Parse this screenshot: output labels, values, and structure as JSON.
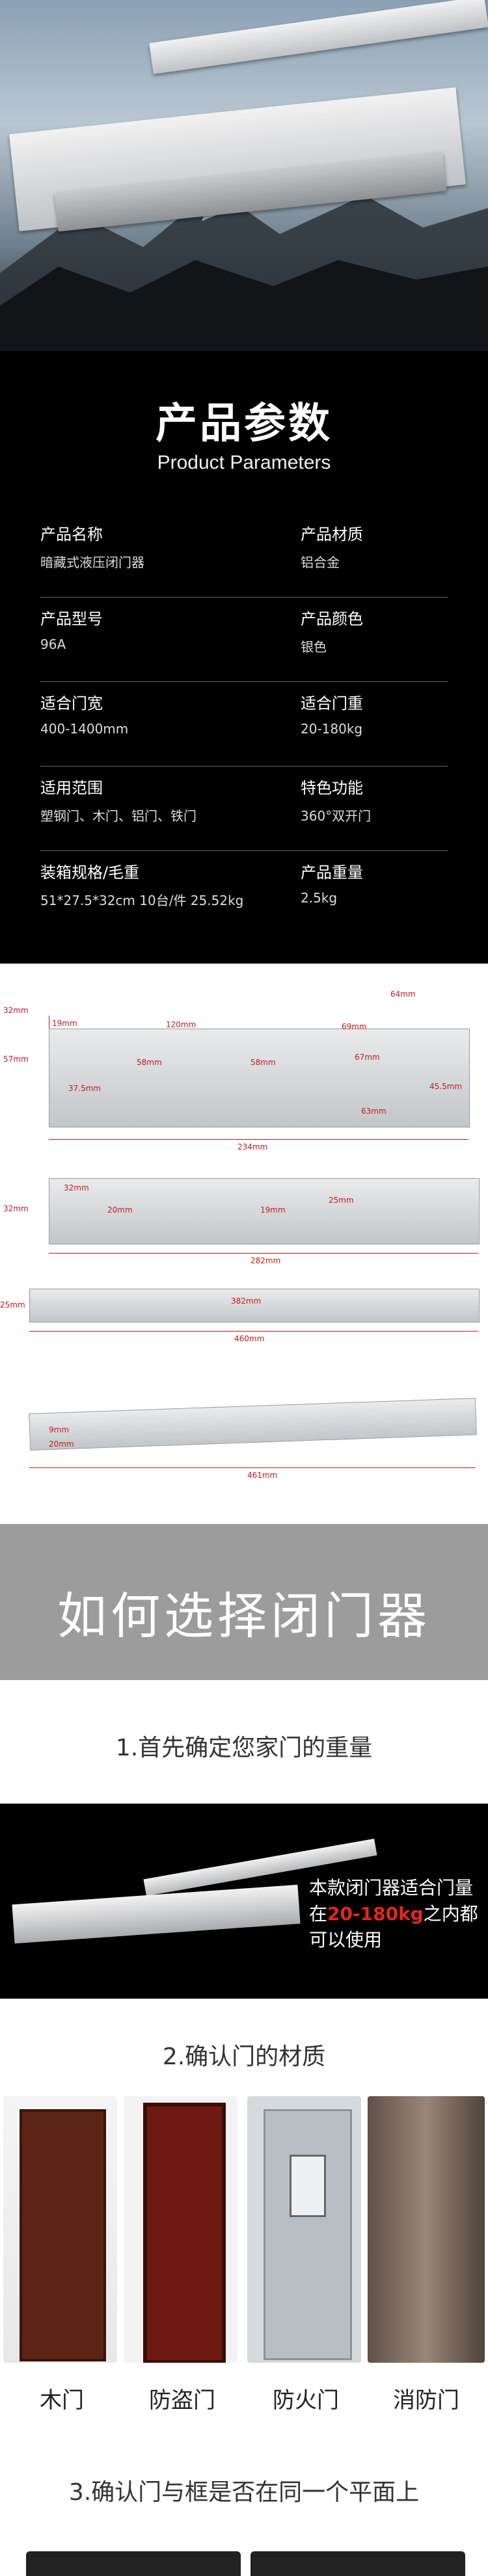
{
  "params": {
    "title": "产品参数",
    "subtitle": "Product Parameters",
    "rows": [
      {
        "l_label": "产品名称",
        "l_value": "暗藏式液压闭门器",
        "r_label": "产品材质",
        "r_value": "铝合金"
      },
      {
        "l_label": "产品型号",
        "l_value": "96A",
        "r_label": "产品颜色",
        "r_value": "银色"
      },
      {
        "l_label": "适合门宽",
        "l_value": "400-1400mm",
        "r_label": "适合门重",
        "r_value": " 20-180kg"
      },
      {
        "l_label": "适用范围",
        "l_value": "塑钢门、木门、铝门、铁门",
        "r_label": "特色功能",
        "r_value": "360°双开门"
      },
      {
        "l_label": "装箱规格/毛重",
        "l_value": "51*27.5*32cm   10台/件   25.52kg",
        "r_label": "产品重量",
        "r_value": "2.5kg"
      }
    ]
  },
  "dims": {
    "d1": [
      "32mm",
      "19mm",
      "120mm",
      "64mm",
      "69mm",
      "57mm",
      "58mm",
      "58mm",
      "67mm",
      "37.5mm",
      "45.5mm",
      "63mm",
      "234mm"
    ],
    "d2": [
      "32mm",
      "32mm",
      "20mm",
      "19mm",
      "25mm",
      "282mm"
    ],
    "d3": [
      "25mm",
      "382mm",
      "460mm"
    ],
    "d4": [
      "9mm",
      "20mm",
      "461mm"
    ]
  },
  "how": {
    "title": "如何选择闭门器",
    "step1": "1.首先确定您家门的重量",
    "weight_text_a": "本款闭门器适合门量",
    "weight_text_b1": "在",
    "weight_text_b2": "20-180kg",
    "weight_text_b3": "之内都",
    "weight_text_c": "可以使用",
    "step2": "2.确认门的材质",
    "doors": [
      "木门",
      "防盗门",
      "防火门",
      "消防门"
    ],
    "step3": "3.确认门与框是否在同一个平面上"
  },
  "colors": {
    "accent_red": "#e3261b",
    "dim_red": "#c41a1a"
  }
}
